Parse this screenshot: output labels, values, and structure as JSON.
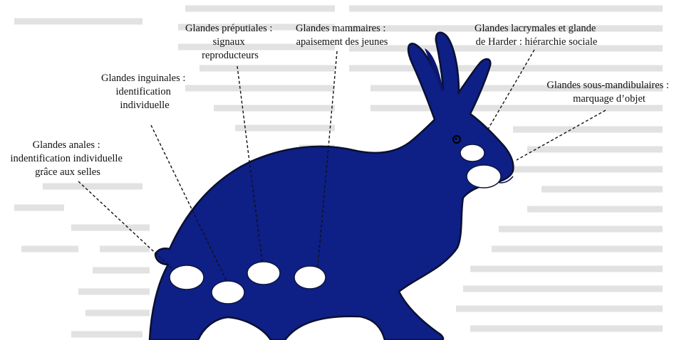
{
  "colors": {
    "rabbit_fill": "#0e1f86",
    "rabbit_outline": "#0a1030",
    "gland_fill": "#ffffff",
    "label_text": "#111111",
    "background_text": "#e2e2e2"
  },
  "labels": {
    "anal": {
      "lines": [
        "Glandes anales :",
        "indentification  individuelle",
        "grâce aux selles"
      ]
    },
    "inguinal": {
      "lines": [
        "Glandes inguinales :",
        "identification",
        "individuelle"
      ]
    },
    "preputial": {
      "lines": [
        "Glandes préputiales :",
        "signaux",
        "reproducteurs"
      ]
    },
    "mammary": {
      "lines": [
        "Glandes mammaires :",
        "apaisement des jeunes"
      ]
    },
    "lacrimal": {
      "lines": [
        "Glandes lacrymales et glande",
        "de Harder : hiérarchie sociale"
      ]
    },
    "submandibular": {
      "lines": [
        "Glandes sous-mandibulaires :",
        "marquage d’objet"
      ]
    }
  }
}
